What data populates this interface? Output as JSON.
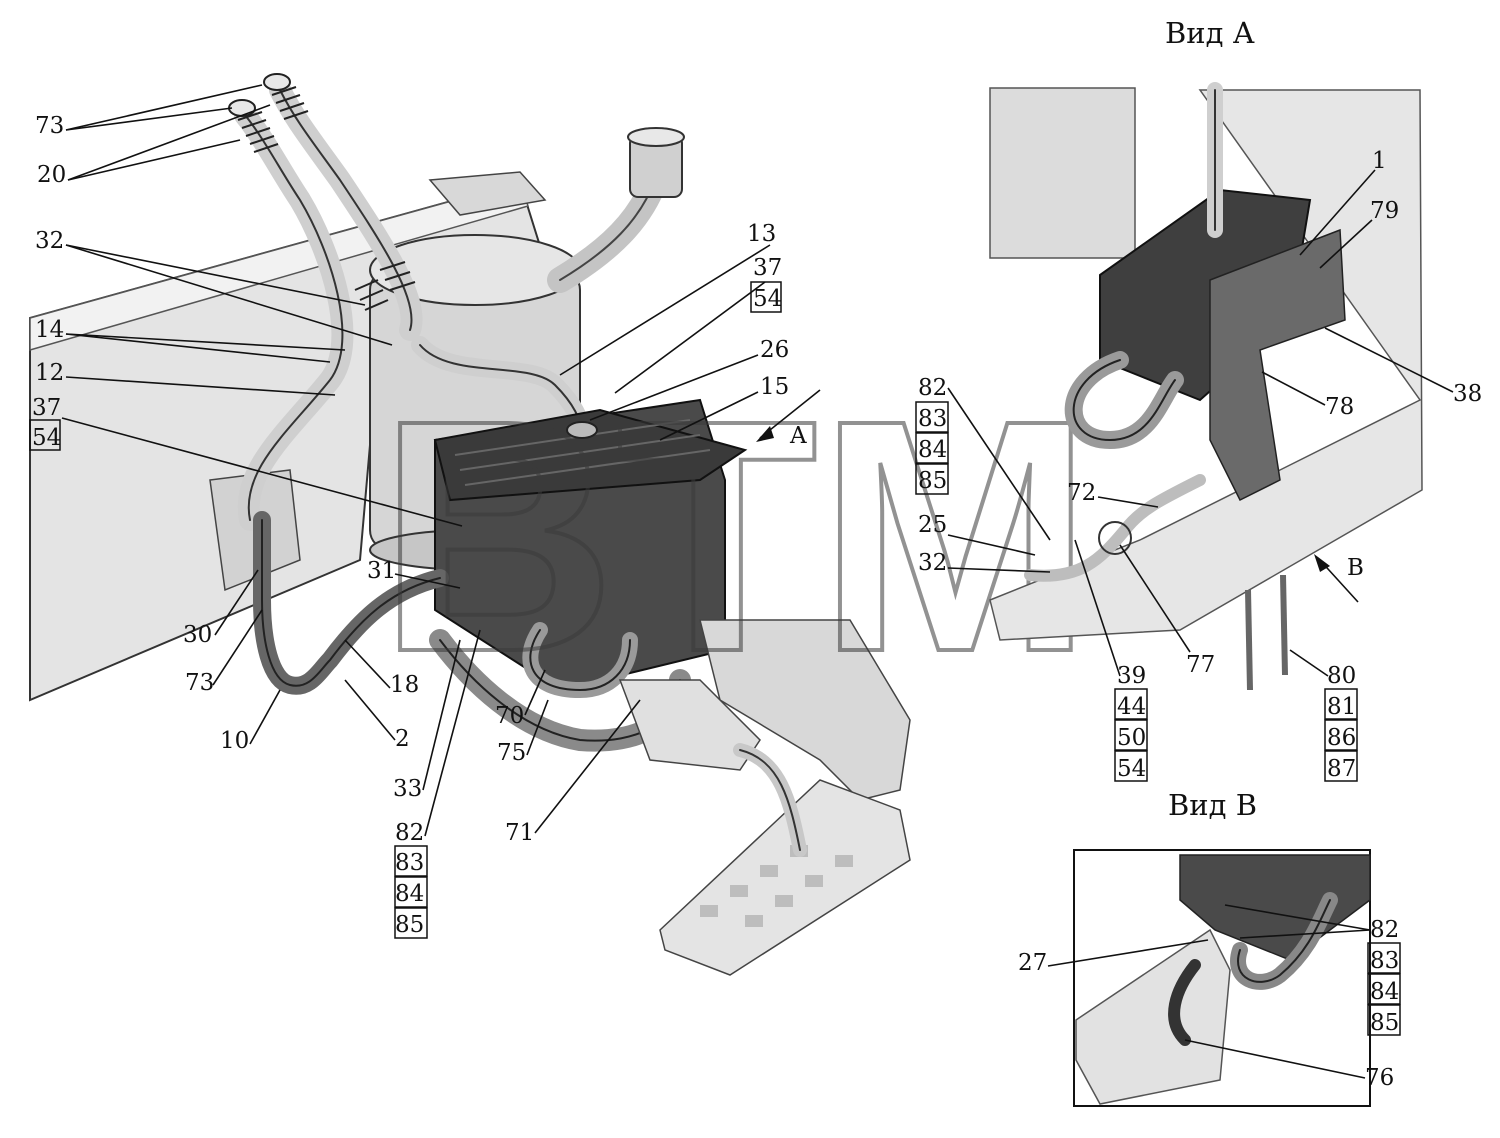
{
  "views": {
    "view_a_title": "Вид А",
    "view_b_title": "Вид В"
  },
  "direction_markers": {
    "a": "A",
    "b": "B"
  },
  "watermark": "BTM",
  "labels_main": {
    "l73a": "73",
    "l20": "20",
    "l32": "32",
    "l14": "14",
    "l12": "12",
    "l37a": "37",
    "l54a": "54",
    "l13": "13",
    "l37b": "37",
    "l54b": "54",
    "l26": "26",
    "l15": "15",
    "l31": "31",
    "l30": "30",
    "l73b": "73",
    "l18": "18",
    "l10": "10",
    "l2": "2",
    "l70": "70",
    "l75": "75",
    "l33": "33",
    "l71": "71",
    "l82": "82",
    "l83": "83",
    "l84": "84",
    "l85": "85"
  },
  "labels_view_a": {
    "l1": "1",
    "l79": "79",
    "l38": "38",
    "l78": "78",
    "l82": "82",
    "l83": "83",
    "l84": "84",
    "l85": "85",
    "l72": "72",
    "l25": "25",
    "l32": "32",
    "l39": "39",
    "l44": "44",
    "l50": "50",
    "l54": "54",
    "l77": "77",
    "l80": "80",
    "l81": "81",
    "l86": "86",
    "l87": "87"
  },
  "labels_view_b": {
    "l82": "82",
    "l83": "83",
    "l84": "84",
    "l85": "85",
    "l27": "27",
    "l76": "76"
  }
}
